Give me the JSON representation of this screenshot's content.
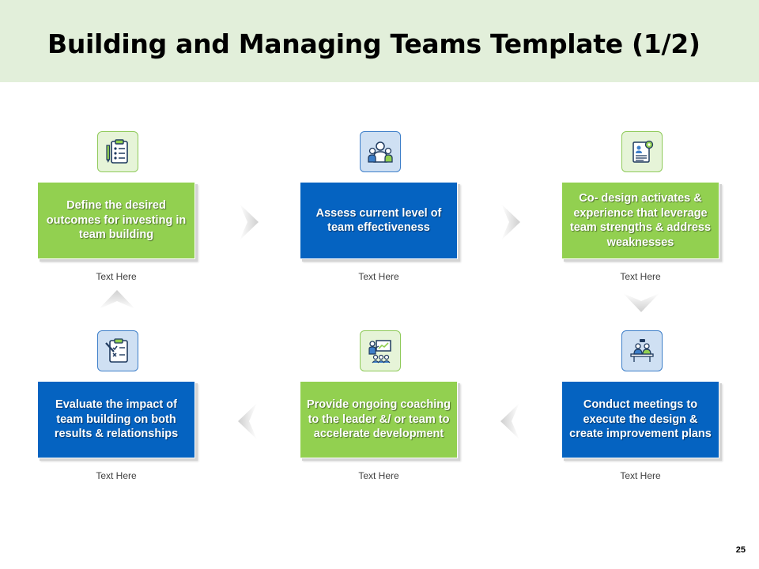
{
  "slide": {
    "title": "Building and Managing Teams Template (1/2)",
    "page_number": "25"
  },
  "colors": {
    "header_bg": "#e2efda",
    "green": "#92d050",
    "blue": "#0563c1",
    "arrow_gray": "#d9d9d9"
  },
  "steps": [
    {
      "text": "Define the desired outcomes for investing in team building",
      "caption": "Text Here",
      "color": "green",
      "icon": "clipboard-checklist-icon"
    },
    {
      "text": "Assess  current level of team effectiveness",
      "caption": "Text Here",
      "color": "blue",
      "icon": "team-group-icon"
    },
    {
      "text": "Co- design activates & experience that leverage team strengths & address weaknesses",
      "caption": "Text Here",
      "color": "green",
      "icon": "profile-document-gear-icon"
    },
    {
      "text": "Conduct meetings to execute the design & create improvement plans",
      "caption": "Text Here",
      "color": "blue",
      "icon": "meeting-presentation-icon"
    },
    {
      "text": "Provide ongoing coaching to the leader &/ or team to accelerate development",
      "caption": "Text Here",
      "color": "green",
      "icon": "coaching-board-icon"
    },
    {
      "text": "Evaluate the impact of team building on both results & relationships",
      "caption": "Text Here",
      "color": "blue",
      "icon": "evaluation-checklist-icon"
    }
  ]
}
